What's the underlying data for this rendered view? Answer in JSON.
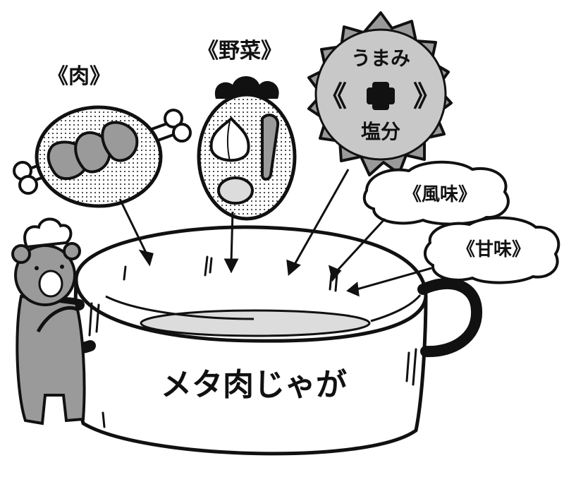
{
  "labels": {
    "meat": "《肉》",
    "vegetables": "《野菜》",
    "umami": "うまみ",
    "plus": "+",
    "salt": "塩分",
    "flavor": "《風味》",
    "sweetness": "《甘味》",
    "pot_title": "メタ肉じゃが"
  },
  "colors": {
    "ink": "#111111",
    "gray": "#9a9a9a",
    "light_gray": "#c8c8c8",
    "paper": "#ffffff"
  }
}
